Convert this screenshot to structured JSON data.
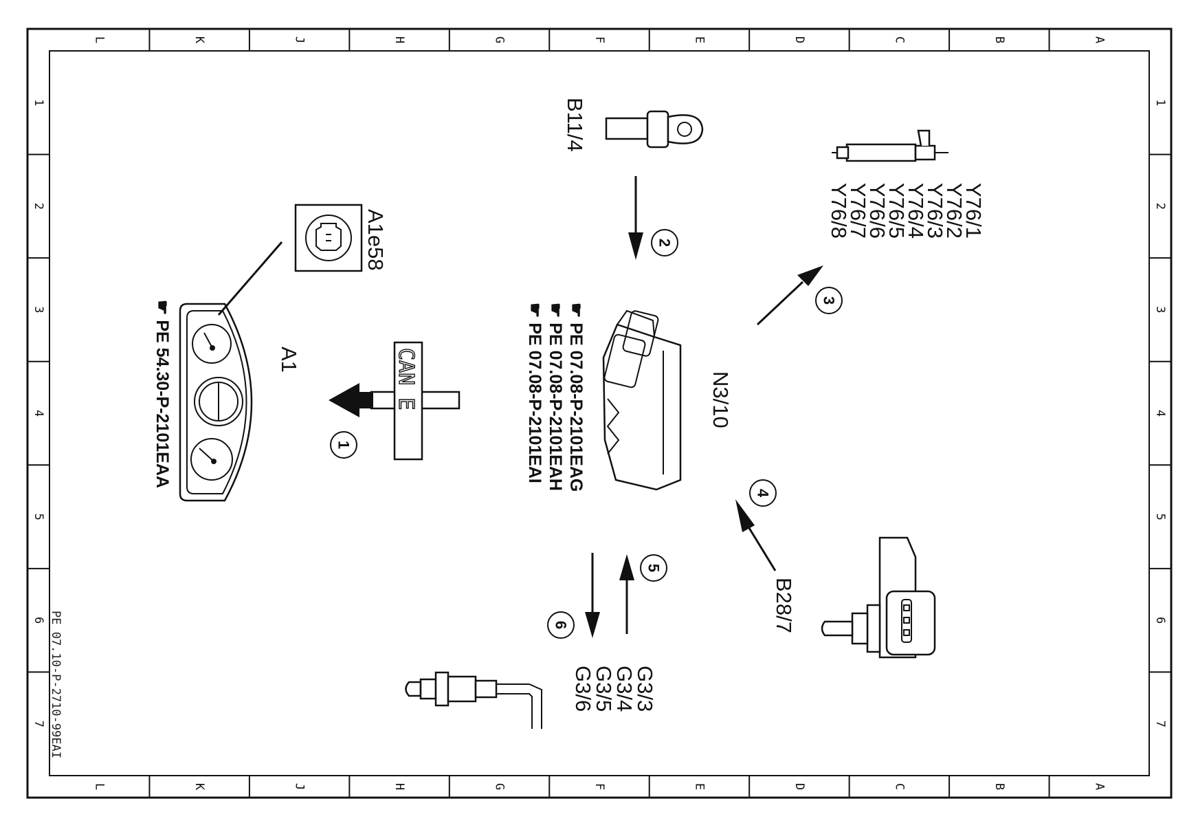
{
  "border": {
    "columns": [
      "L",
      "K",
      "J",
      "H",
      "G",
      "F",
      "E",
      "D",
      "C",
      "B",
      "A"
    ],
    "rows": [
      "1",
      "2",
      "3",
      "4",
      "5",
      "6",
      "7"
    ]
  },
  "components": {
    "a1": "A1",
    "a1e58": "A1e58",
    "n3_10": "N3/10",
    "b11_4": "B11/4",
    "b28_7": "B28/7",
    "y76_list": [
      "Y76/1",
      "Y76/2",
      "Y76/3",
      "Y76/4",
      "Y76/5",
      "Y76/6",
      "Y76/7",
      "Y76/8"
    ],
    "g3_list": [
      "G3/3",
      "G3/4",
      "G3/5",
      "G3/6"
    ]
  },
  "references": {
    "a1_ref": "PE 54.30-P-2101EAA",
    "n3_10_refs": [
      "PE 07.08-P-2101EAG",
      "PE 07.08-P-2101EAH",
      "PE 07.08-P-2101EAI"
    ]
  },
  "can_label": "CAN E",
  "step_numbers": [
    "1",
    "2",
    "3",
    "4",
    "5",
    "6"
  ],
  "document_id": "PE 07.10-P-2710-99EAI"
}
